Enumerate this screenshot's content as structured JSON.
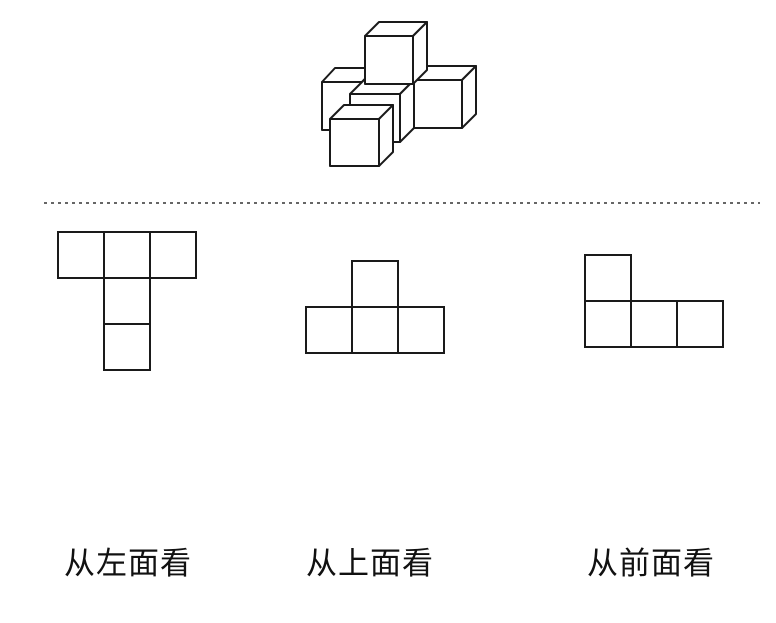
{
  "colors": {
    "stroke": "#1a1a1a",
    "background": "#ffffff"
  },
  "views": [
    {
      "id": "left",
      "label": "从左面看",
      "cells": [
        [
          0,
          0
        ],
        [
          1,
          0
        ],
        [
          2,
          0
        ],
        [
          1,
          1
        ],
        [
          1,
          2
        ]
      ]
    },
    {
      "id": "top",
      "label": "从上面看",
      "cells": [
        [
          1,
          0
        ],
        [
          0,
          1
        ],
        [
          1,
          1
        ],
        [
          2,
          1
        ]
      ]
    },
    {
      "id": "front",
      "label": "从前面看",
      "cells": [
        [
          0,
          0
        ],
        [
          0,
          1
        ],
        [
          1,
          1
        ],
        [
          2,
          1
        ]
      ]
    }
  ]
}
